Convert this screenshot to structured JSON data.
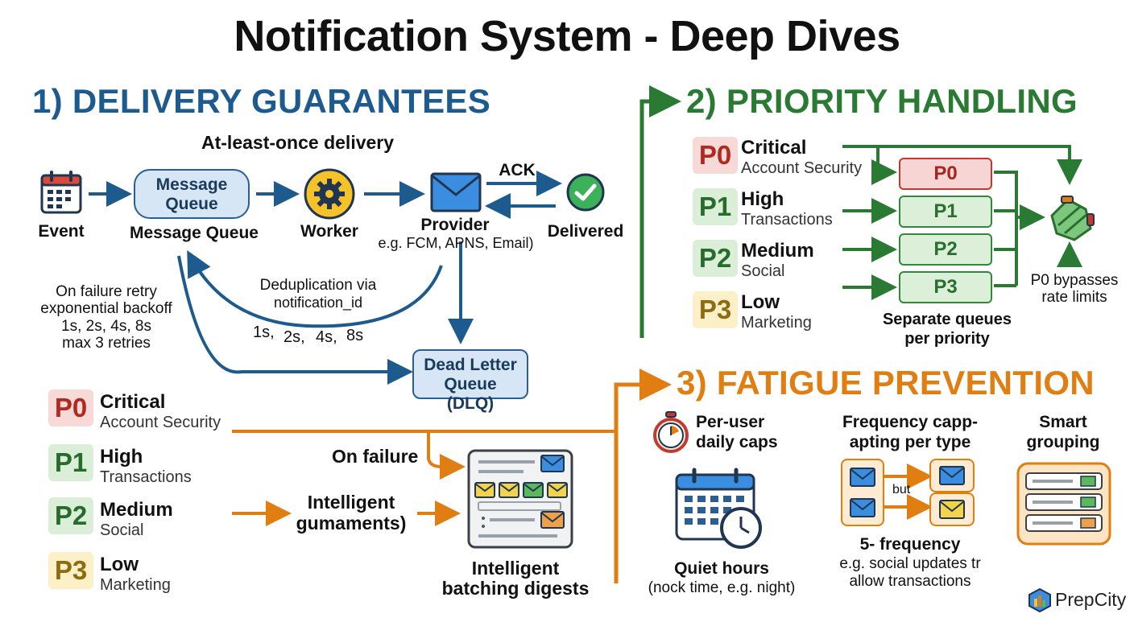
{
  "title": "Notification System - Deep Dives",
  "delivery": {
    "heading": "1) DELIVERY GUARANTEES",
    "subtitle": "At-least-once delivery",
    "event_label": "Event",
    "queue_box": "Message Queue",
    "queue_label": "Message Queue",
    "worker_label": "Worker",
    "provider_label": "Provider",
    "provider_note": "e.g. FCM, APNS, Email)",
    "ack_label": "ACK",
    "delivered_label": "Delivered",
    "dedup_line1": "Deduplication via",
    "dedup_line2": "notification_id",
    "retry_line1": "On failure retry",
    "retry_line2": "exponential backoff",
    "retry_line3": "1s, 2s, 4s, 8s",
    "retry_line4": "max 3 retries",
    "backoff": [
      "1s,",
      "2s,",
      "4s,",
      "8s"
    ],
    "dlq_box": "Dead Letter Queue (DLQ)"
  },
  "priority": {
    "heading": "2) PRIORITY HANDLING",
    "levels": [
      {
        "code": "P0",
        "name": "Critical",
        "desc": "Account Security"
      },
      {
        "code": "P1",
        "name": "High",
        "desc": "Transactions"
      },
      {
        "code": "P2",
        "name": "Medium",
        "desc": "Social"
      },
      {
        "code": "P3",
        "name": "Low",
        "desc": "Marketing"
      }
    ],
    "queues": [
      "P0",
      "P1",
      "P2",
      "P3"
    ],
    "separate_line1": "Separate queues",
    "separate_line2": "per priority",
    "bypass_line1": "P0 bypasses",
    "bypass_line2": "rate limits"
  },
  "left_priorities": [
    {
      "code": "P0",
      "name": "Critical",
      "desc": "Account Security"
    },
    {
      "code": "P1",
      "name": "High",
      "desc": "Transactions"
    },
    {
      "code": "P2",
      "name": "Medium",
      "desc": "Social"
    },
    {
      "code": "P3",
      "name": "Low",
      "desc": "Marketing"
    }
  ],
  "batching": {
    "on_failure": "On failure",
    "intelligent_line1": "Intelligent",
    "intelligent_line2": "gumaments)",
    "digest_line1": "Intelligent",
    "digest_line2": "batching digests"
  },
  "fatigue": {
    "heading": "3) FATIGUE PREVENTION",
    "caps_line1": "Per-user",
    "caps_line2": "daily caps",
    "quiet_title": "Quiet hours",
    "quiet_note": "(nock time, e.g. night)",
    "freq_line1": "Frequency capp-",
    "freq_line2": "apting per type",
    "but": "but",
    "freq_title": "5- frequency",
    "freq_note1": "e.g. social updates tr",
    "freq_note2": "allow transactions",
    "smart_line1": "Smart",
    "smart_line2": "grouping"
  },
  "brand": "PrepCity",
  "colors": {
    "blue": "#1d5a8e",
    "green": "#2a7a34",
    "orange": "#e07e12",
    "red": "#c23a2f"
  }
}
